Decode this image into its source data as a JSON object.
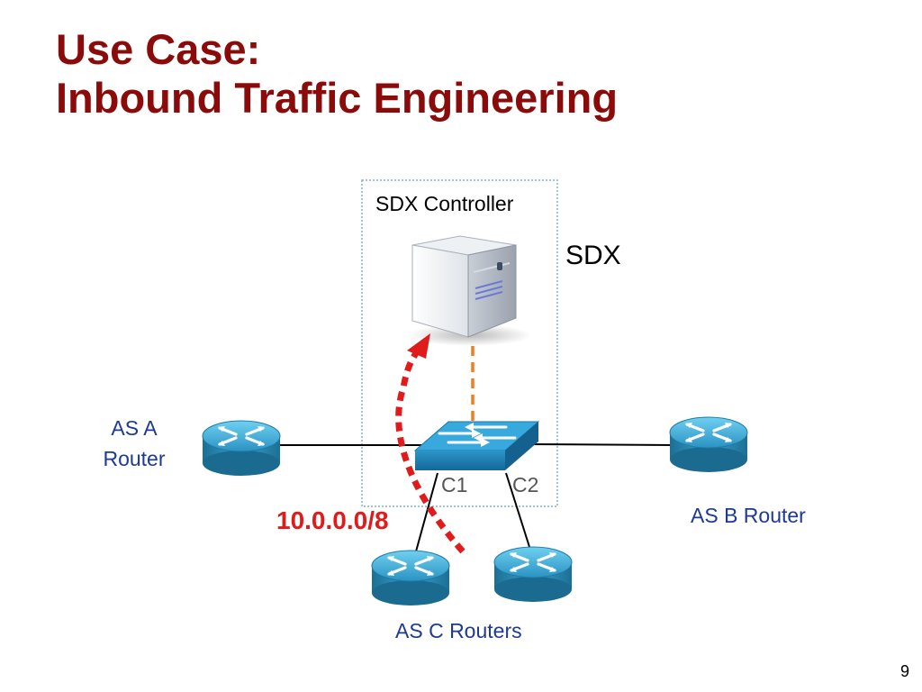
{
  "slide": {
    "title_line1": "Use Case:",
    "title_line2": "Inbound Traffic Engineering",
    "page_number": "9"
  },
  "diagram": {
    "sdx_controller_label": "SDX Controller",
    "sdx_label": "SDX",
    "as_a_label_line1": "AS A",
    "as_a_label_line2": "Router",
    "as_b_label": "AS B Router",
    "as_c_label": "AS C Routers",
    "port_c1": "C1",
    "port_c2": "C2",
    "prefix_label": "10.0.0.0/8",
    "icons": [
      "server-icon",
      "switch-icon",
      "router-icon"
    ]
  },
  "colors": {
    "title": "#8b0a0a",
    "as_labels": "#1f3a93",
    "prefix": "#e01b1b",
    "announcement_arrow": "#e01b1b",
    "control_link": "#ef7d22",
    "sdx_border": "#7fb3c8"
  }
}
